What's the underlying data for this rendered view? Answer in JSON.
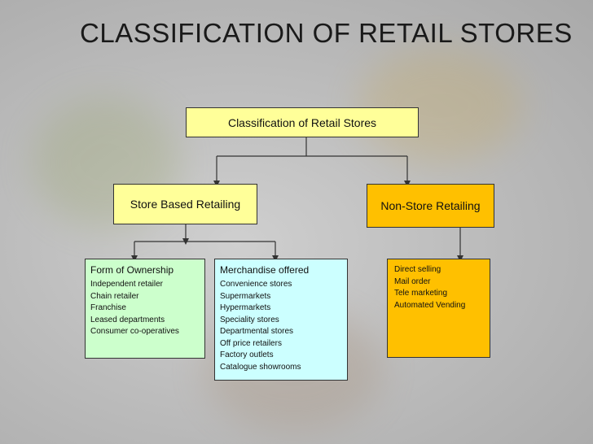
{
  "title": "CLASSIFICATION OF RETAIL STORES",
  "colors": {
    "yellow": "#FFFF99",
    "orange": "#FFC000",
    "green": "#CCFFCC",
    "cyan": "#CCFFFF",
    "connector": "#333333"
  },
  "root": {
    "label": "Classification of Retail Stores"
  },
  "store_based": {
    "label": "Store Based Retailing",
    "groups": [
      {
        "title": "Form of Ownership",
        "items": [
          "Independent retailer",
          "Chain retailer",
          "Franchise",
          "Leased departments",
          "Consumer co-operatives"
        ]
      },
      {
        "title": "Merchandise offered",
        "items": [
          "Convenience stores",
          "Supermarkets",
          "Hypermarkets",
          "Speciality stores",
          "Departmental stores",
          "Off price retailers",
          "Factory outlets",
          "Catalogue showrooms"
        ]
      }
    ]
  },
  "non_store": {
    "label": "Non-Store Retailing",
    "items": [
      "Direct selling",
      "Mail order",
      "Tele marketing",
      "Automated Vending"
    ]
  }
}
